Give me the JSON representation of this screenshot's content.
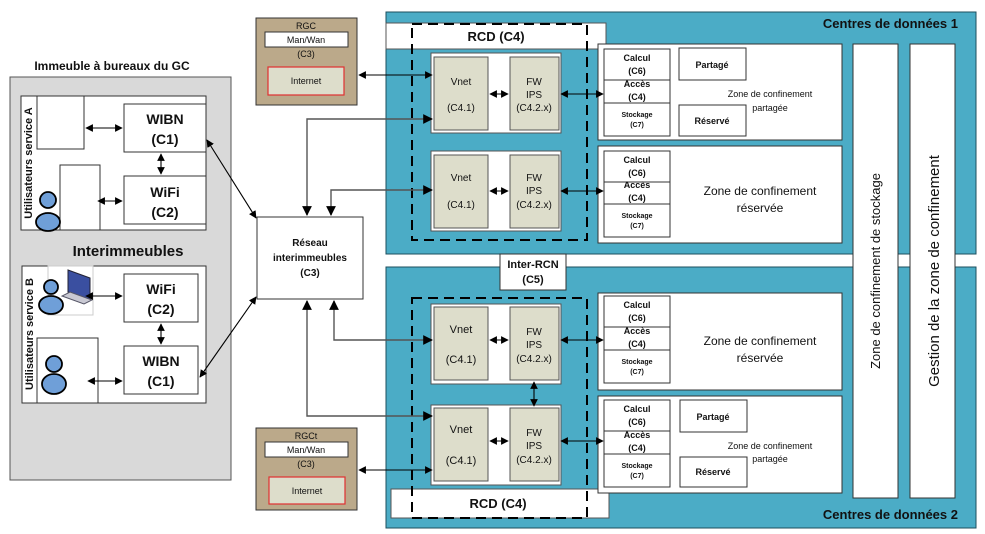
{
  "colors": {
    "datacenter_bg": "#4BACC6",
    "building_bg": "#D9D9D9",
    "rgc_bg": "#BBA98A",
    "internet_border": "#E03030",
    "component_bg": "#DDDDCB",
    "user_icon": "#6F9FD8"
  },
  "building": {
    "title": "Immeuble à bureaux du GC",
    "service_a": {
      "label": "Utilisateurs service A",
      "wibn": {
        "name": "WIBN",
        "code": "(C1)"
      },
      "wifi": {
        "name": "WiFi",
        "code": "(C2)"
      }
    },
    "inter_title": "Interimmeubles",
    "service_b": {
      "label": "Utilisateurs service B",
      "wifi": {
        "name": "WiFi",
        "code": "(C2)"
      },
      "wibn": {
        "name": "WIBN",
        "code": "(C1)"
      }
    }
  },
  "reseau": {
    "line1": "Réseau",
    "line2": "interimmeubles",
    "line3": "(C3)"
  },
  "rgc_top": {
    "title": "RGC",
    "manwan": "Man/Wan",
    "code": "(C3)",
    "internet": "Internet"
  },
  "rgc_bottom": {
    "title": "RGCt",
    "manwan": "Man/Wan",
    "code": "(C3)",
    "internet": "Internet"
  },
  "dc1": {
    "title": "Centres de données 1",
    "rcd": "RCD (C4)",
    "units": [
      {
        "vnet": {
          "name": "Vnet",
          "code": "(C4.1)"
        },
        "fw": {
          "l1": "FW",
          "l2": "IPS",
          "code": "(C4.2.x)"
        },
        "stack": {
          "calcul": "Calcul",
          "calcul_code": "(C6)",
          "acces": "Accès",
          "acces_code": "(C4)",
          "stockage": "Stockage",
          "stockage_code": "(C7)"
        },
        "zone": {
          "l1": "Zone de confinement",
          "l2": "partagée",
          "partage": "Partagé",
          "reserve": "Réservé"
        }
      },
      {
        "vnet": {
          "name": "Vnet",
          "code": "(C4.1)"
        },
        "fw": {
          "l1": "FW",
          "l2": "IPS",
          "code": "(C4.2.x)"
        },
        "stack": {
          "calcul": "Calcul",
          "calcul_code": "(C6)",
          "acces": "Accès",
          "acces_code": "(C4)",
          "stockage": "Stockage",
          "stockage_code": "(C7)"
        },
        "zone": {
          "l1": "Zone de confinement",
          "l2": "réservée"
        }
      }
    ]
  },
  "inter_rcn": {
    "name": "Inter-RCN",
    "code": "(C5)"
  },
  "dc2": {
    "title": "Centres de données 2",
    "rcd": "RCD (C4)",
    "units": [
      {
        "vnet": {
          "name": "Vnet",
          "code": "(C4.1)"
        },
        "fw": {
          "l1": "FW",
          "l2": "IPS",
          "code": "(C4.2.x)"
        },
        "stack": {
          "calcul": "Calcul",
          "calcul_code": "(C6)",
          "acces": "Accès",
          "acces_code": "(C4)",
          "stockage": "Stockage",
          "stockage_code": "(C7)"
        },
        "zone": {
          "l1": "Zone de confinement",
          "l2": "réservée"
        }
      },
      {
        "vnet": {
          "name": "Vnet",
          "code": "(C4.1)"
        },
        "fw": {
          "l1": "FW",
          "l2": "IPS",
          "code": "(C4.2.x)"
        },
        "stack": {
          "calcul": "Calcul",
          "calcul_code": "(C6)",
          "acces": "Accès",
          "acces_code": "(C4)",
          "stockage": "Stockage",
          "stockage_code": "(C7)"
        },
        "zone": {
          "l1": "Zone de confinement",
          "l2": "partagée",
          "partage": "Partagé",
          "reserve": "Réservé"
        }
      }
    ]
  },
  "columns": {
    "storage_zone": "Zone de confinement de stockage",
    "management_zone": "Gestion de la zone de confinement"
  }
}
